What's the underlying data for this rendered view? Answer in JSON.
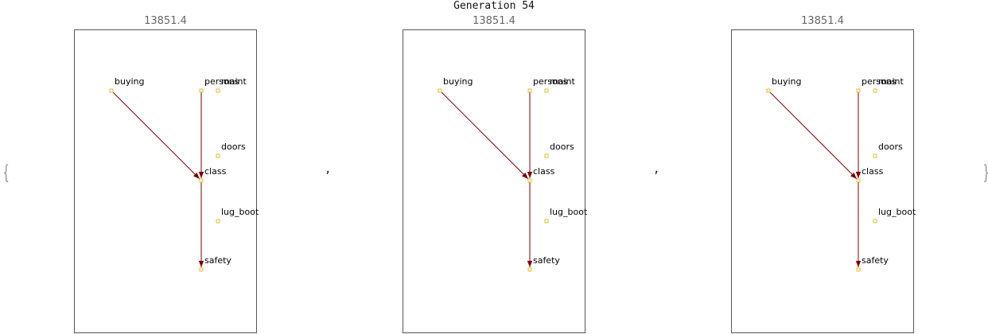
{
  "title": "Generation 54",
  "open_brace": "{",
  "close_brace": "}",
  "separator": ",",
  "colors": {
    "edge": "#7a0000",
    "node": "#e8b830",
    "frame": "#555555"
  },
  "panels": [
    {
      "score": "13851.4"
    },
    {
      "score": "13851.4"
    },
    {
      "score": "13851.4"
    }
  ],
  "graph": {
    "nodes": [
      {
        "id": "buying",
        "label": "buying"
      },
      {
        "id": "persons",
        "label": "persons"
      },
      {
        "id": "maint",
        "label": "maint"
      },
      {
        "id": "doors",
        "label": "doors"
      },
      {
        "id": "class",
        "label": "class"
      },
      {
        "id": "lug_boot",
        "label": "lug_boot"
      },
      {
        "id": "safety",
        "label": "safety"
      }
    ],
    "edges": [
      {
        "from": "buying",
        "to": "class"
      },
      {
        "from": "persons",
        "to": "class"
      },
      {
        "from": "class",
        "to": "safety"
      }
    ]
  }
}
